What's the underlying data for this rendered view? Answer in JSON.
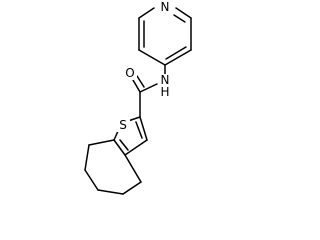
{
  "atoms": {
    "n_pyridine": "N",
    "o_carbonyl": "O",
    "nh_amide": "N",
    "h_amide": "H",
    "s_thiophene": "S"
  }
}
